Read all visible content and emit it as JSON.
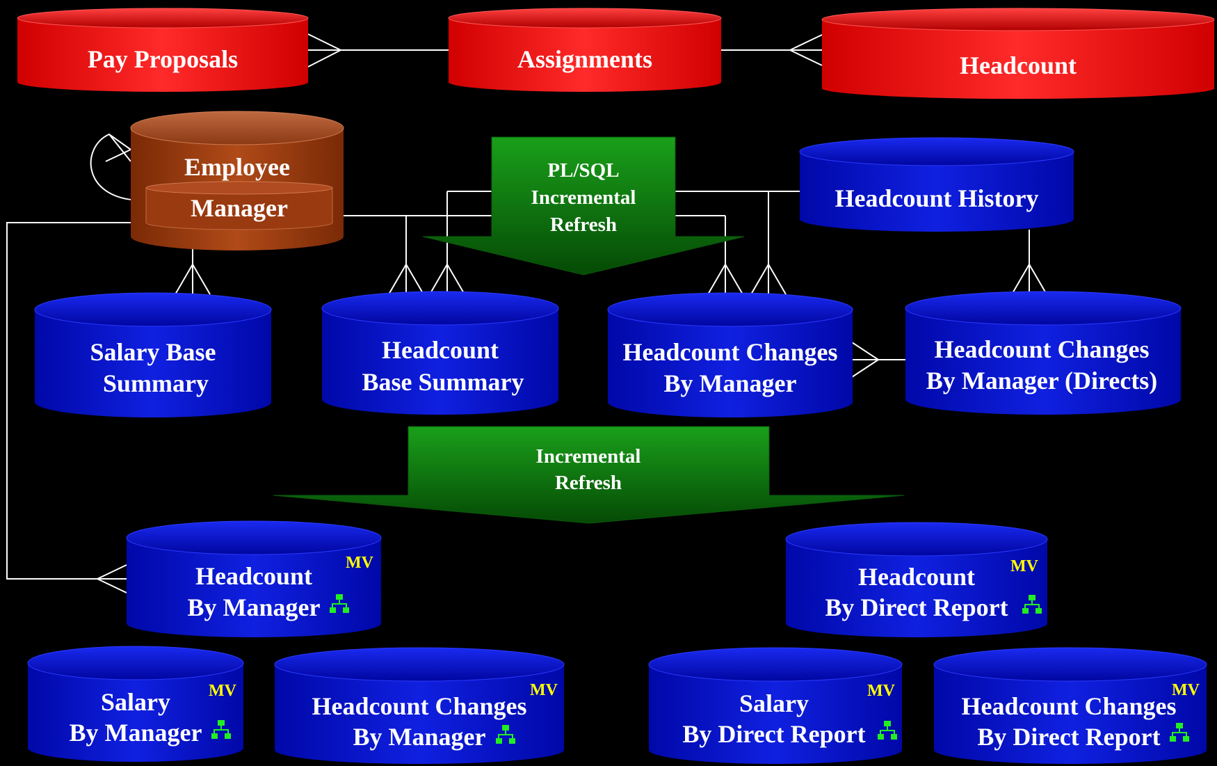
{
  "colors": {
    "background": "#000000",
    "red_entity": "#ff1a1a",
    "brown_entity": "#a33a10",
    "blue_entity": "#0a14d8",
    "refresh_arrow": "#0a8a0a",
    "mv_badge": "#ffff00",
    "hierarchy_icon": "#22ee22"
  },
  "entities": {
    "pay_proposals": "Pay Proposals",
    "assignments": "Assignments",
    "headcount": "Headcount",
    "employee": "Employee",
    "manager": "Manager",
    "headcount_history": "Headcount History",
    "salary_base_summary": [
      "Salary Base",
      "Summary"
    ],
    "headcount_base_summary": [
      "Headcount",
      "Base Summary"
    ],
    "headcount_changes_by_manager": [
      "Headcount Changes",
      "By Manager"
    ],
    "headcount_changes_by_manager_directs": [
      "Headcount Changes",
      "By  Manager (Directs)"
    ]
  },
  "arrows": {
    "plsql_refresh": [
      "PL/SQL",
      "Incremental",
      "Refresh"
    ],
    "incremental_refresh": [
      "Incremental",
      "Refresh"
    ]
  },
  "materialized_views": {
    "badge": "MV",
    "headcount_by_manager": [
      "Headcount",
      "By Manager"
    ],
    "headcount_by_direct_report": [
      "Headcount",
      "By Direct Report"
    ],
    "salary_by_manager": [
      "Salary",
      "By Manager"
    ],
    "headcount_changes_by_manager": [
      "Headcount Changes",
      "By Manager"
    ],
    "salary_by_direct_report": [
      "Salary",
      "By Direct Report"
    ],
    "headcount_changes_by_direct_report": [
      "Headcount Changes",
      "By Direct Report"
    ]
  },
  "icons": {
    "hierarchy": "hierarchy-icon"
  }
}
